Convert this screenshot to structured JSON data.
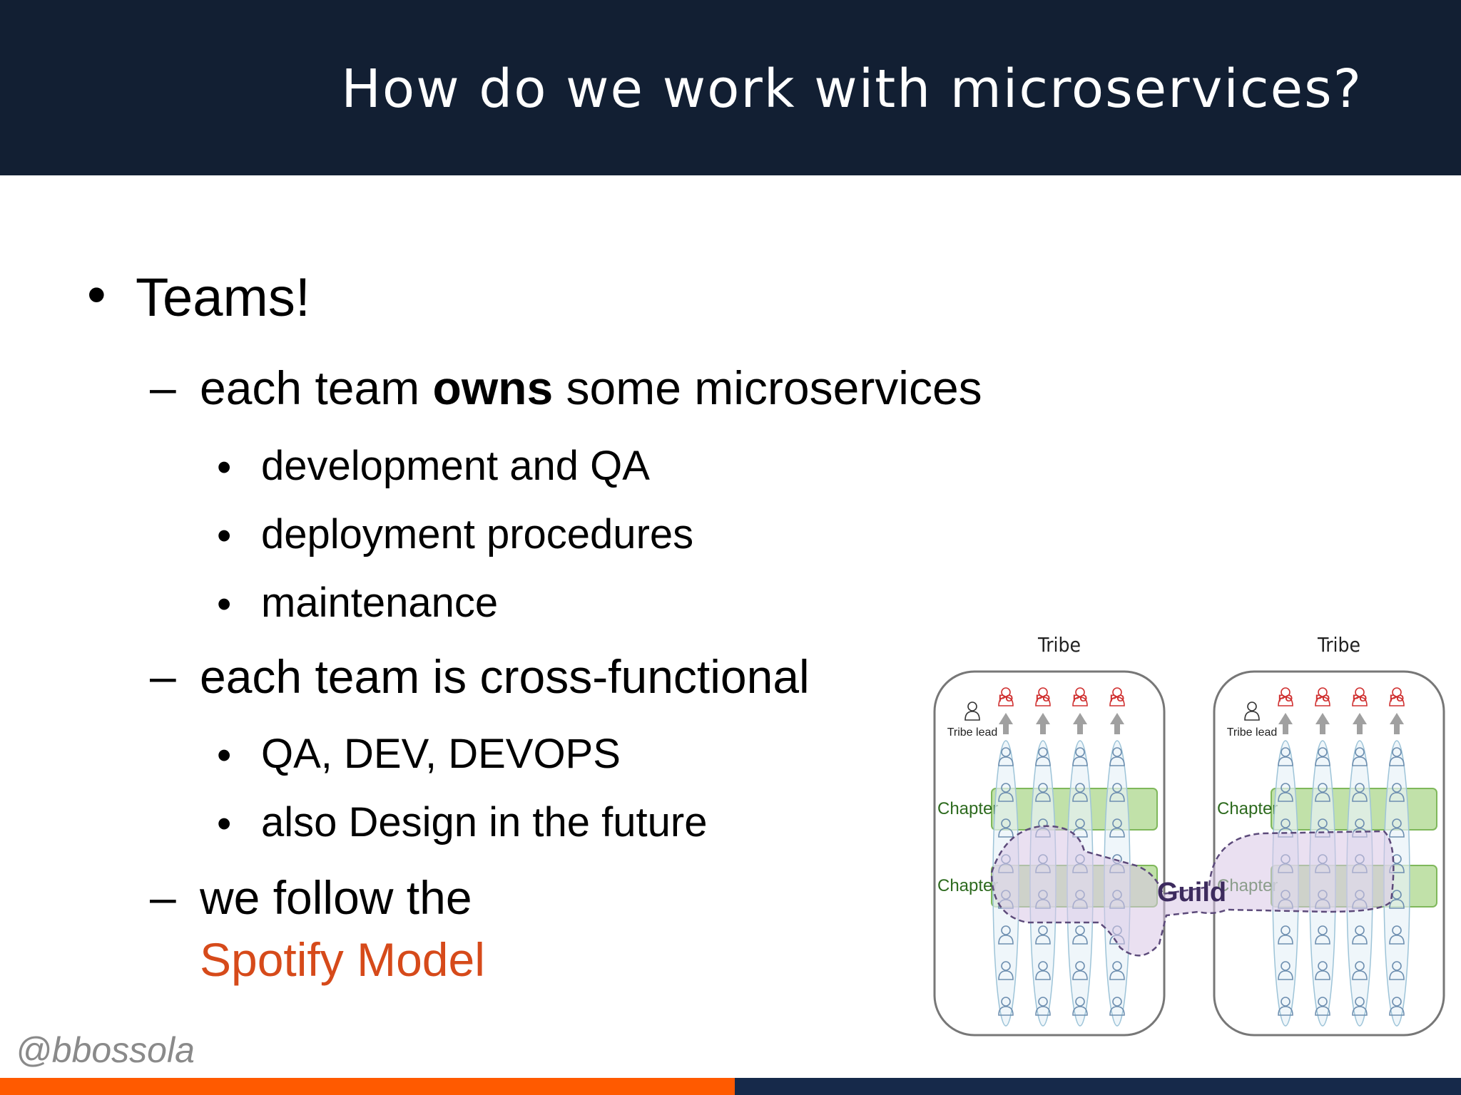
{
  "slide": {
    "title": "How do we work with microservices?",
    "handle": "@bbossola",
    "colors": {
      "header": "#121f33",
      "accent": "#d64a1a",
      "bar_orange": "#ff5a00",
      "bar_navy": "#16294a"
    }
  },
  "content": {
    "l1": {
      "marker": "•",
      "text": "Teams!"
    },
    "owns": {
      "marker": "–",
      "before": "each team ",
      "bold": "owns",
      "after": " some microservices"
    },
    "owns_items": [
      "development and QA",
      "deployment procedures",
      "maintenance"
    ],
    "cross": {
      "marker": "–",
      "text": "each team is cross-functional"
    },
    "cross_items": [
      "QA, DEV, DEVOPS",
      "also Design in the future"
    ],
    "follow": {
      "marker": "–",
      "line1": "we follow the",
      "line2": "Spotify Model"
    },
    "sub_marker": "•"
  },
  "diagram": {
    "tribe_label": "Tribe",
    "tribe_lead_label": "Tribe lead",
    "po_label": "PO",
    "chapter_label": "Chapter",
    "guild_label": "Guild"
  }
}
